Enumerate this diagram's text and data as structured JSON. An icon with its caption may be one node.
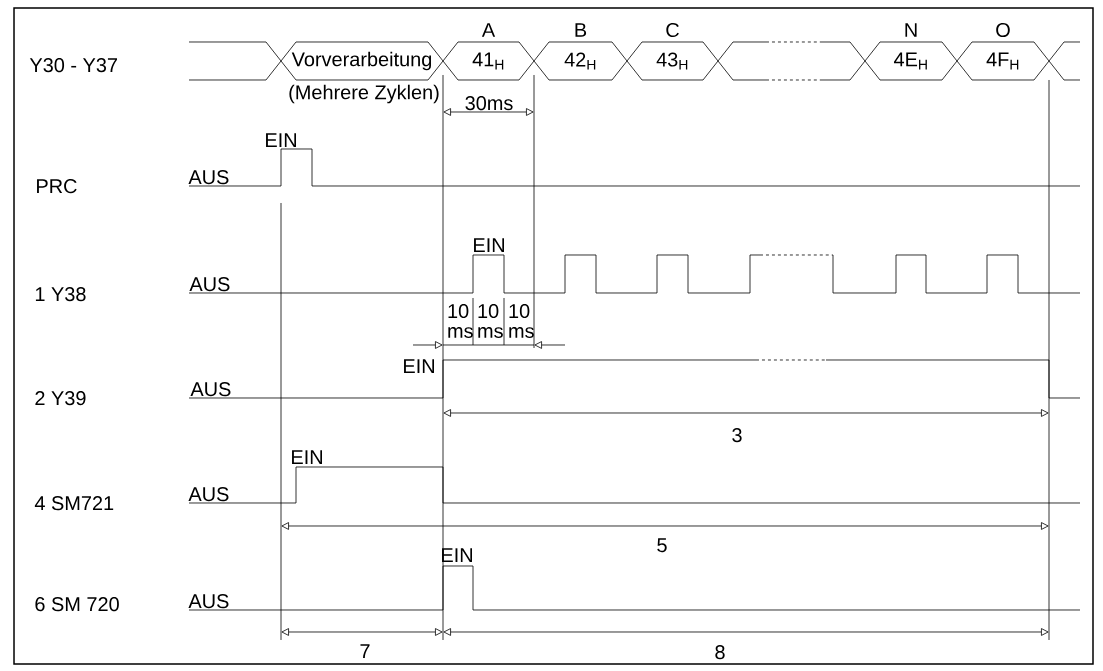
{
  "diagram": {
    "nodes": [
      {
        "text": [
          "Vorverarbeitung",
          "(Mehrere Zyklen)"
        ]
      },
      {
        "text": [
          "A",
          "41$_{H}$"
        ]
      },
      {
        "text": [
          "B",
          "42$_{H}$"
        ]
      },
      {
        "text": [
          "C",
          "43$_{H}$"
        ]
      },
      {
        "text": [],
        "shape": "hexagon"
      },
      {
        "text": [
          "N",
          "4E$_{H}$"
        ]
      },
      {
        "text": [
          "O",
          "4F$_{H}$"
        ]
      }
    ],
    "labels": [
      "Y30 - Y37",
      "30ms",
      "EIN",
      "PRC",
      "AUS",
      "EIN",
      "1 Y38",
      "AUS",
      "10 ms",
      "10 ms",
      "10 ms",
      "EIN",
      "2 Y39",
      "AUS",
      "3",
      "EIN",
      "4 SM721",
      "AUS",
      "5",
      "EIN",
      "6 SM 720",
      "AUS",
      "7",
      "8"
    ]
  }
}
